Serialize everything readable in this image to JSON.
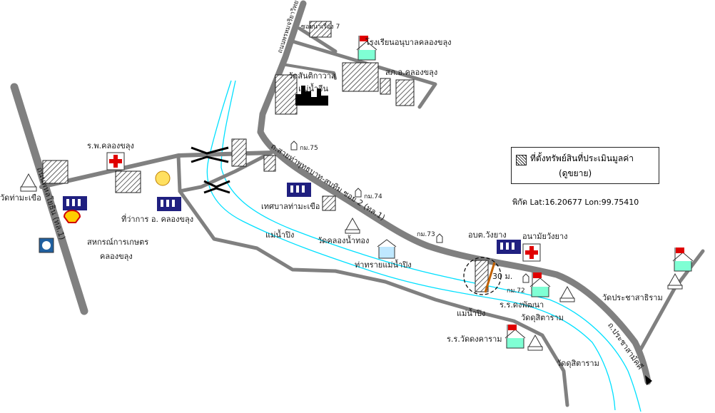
{
  "legend": {
    "title": "ที่ตั้งทรัพย์สินที่ประเมินมูลค่า",
    "subtitle": "(ดูขยาย)"
  },
  "coordinates": "พิกัด Lat:16.20677 Lon:99.75410",
  "colors": {
    "road": "#808080",
    "river": "#00e0ff",
    "hospital": "#e00000",
    "building": "#202080"
  },
  "labels": {
    "highway_west": "ถนนพหลโยธิน (ทล.1)",
    "soi_north": "ถนนพรหมจริยาวิทยา",
    "main_road": "ถ.สายท่าพุทธบาท-สบทิม ซอย 2 (ทล.1)",
    "road_east": "ถ.ประชาสามัคคี",
    "river_1": "แม่น้ำปิง",
    "river_2": "แม่น้ำปิง",
    "school_north": "โรงเรียนอนุบาลคลองขลุง",
    "police": "สภ.อ.คลองขลุง",
    "temple_north": "วัดสันติกาวาส",
    "temple_north_2": "แม่น้ำจีน",
    "hospital_west": "ร.พ.คลองขลุง",
    "temple_west": "วัดท่ามะเขือ",
    "district_office": "ที่ว่าการ อ. คลองขลุง",
    "coop_1": "สหกรณ์การเกษตร",
    "coop_2": "คลองขลุง",
    "municipal": "เทศบาลท่ามะเขือ",
    "temple_center": "วัดคลองน้ำทอง",
    "pier": "ท่าทรายแม่น้ำปิง",
    "clinic": "อบต.วังยาง",
    "health": "อนามัยวังยาง",
    "school_east": "ร.ร.ดงพัฒนา",
    "temple_east": "วัดประชาสาธิราม",
    "temple_south": "วัดดุสิตาราม",
    "school_south": "ร.ร.วัดดงคาราม",
    "temple_south_2": "วัดดุสิตาราม",
    "km_1": "กม.75",
    "km_2": "กม.74",
    "km_3": "กม.73",
    "km_4": "กม.72",
    "distance": "30 ม.",
    "soi_7": "ซอยนาเรือง 7"
  },
  "icons": [
    "hospital-cross-icon",
    "temple-icon",
    "school-flag-icon",
    "building-icon",
    "fuel-shell-icon",
    "bank-icon",
    "milestone-icon",
    "north-arrow-icon"
  ]
}
